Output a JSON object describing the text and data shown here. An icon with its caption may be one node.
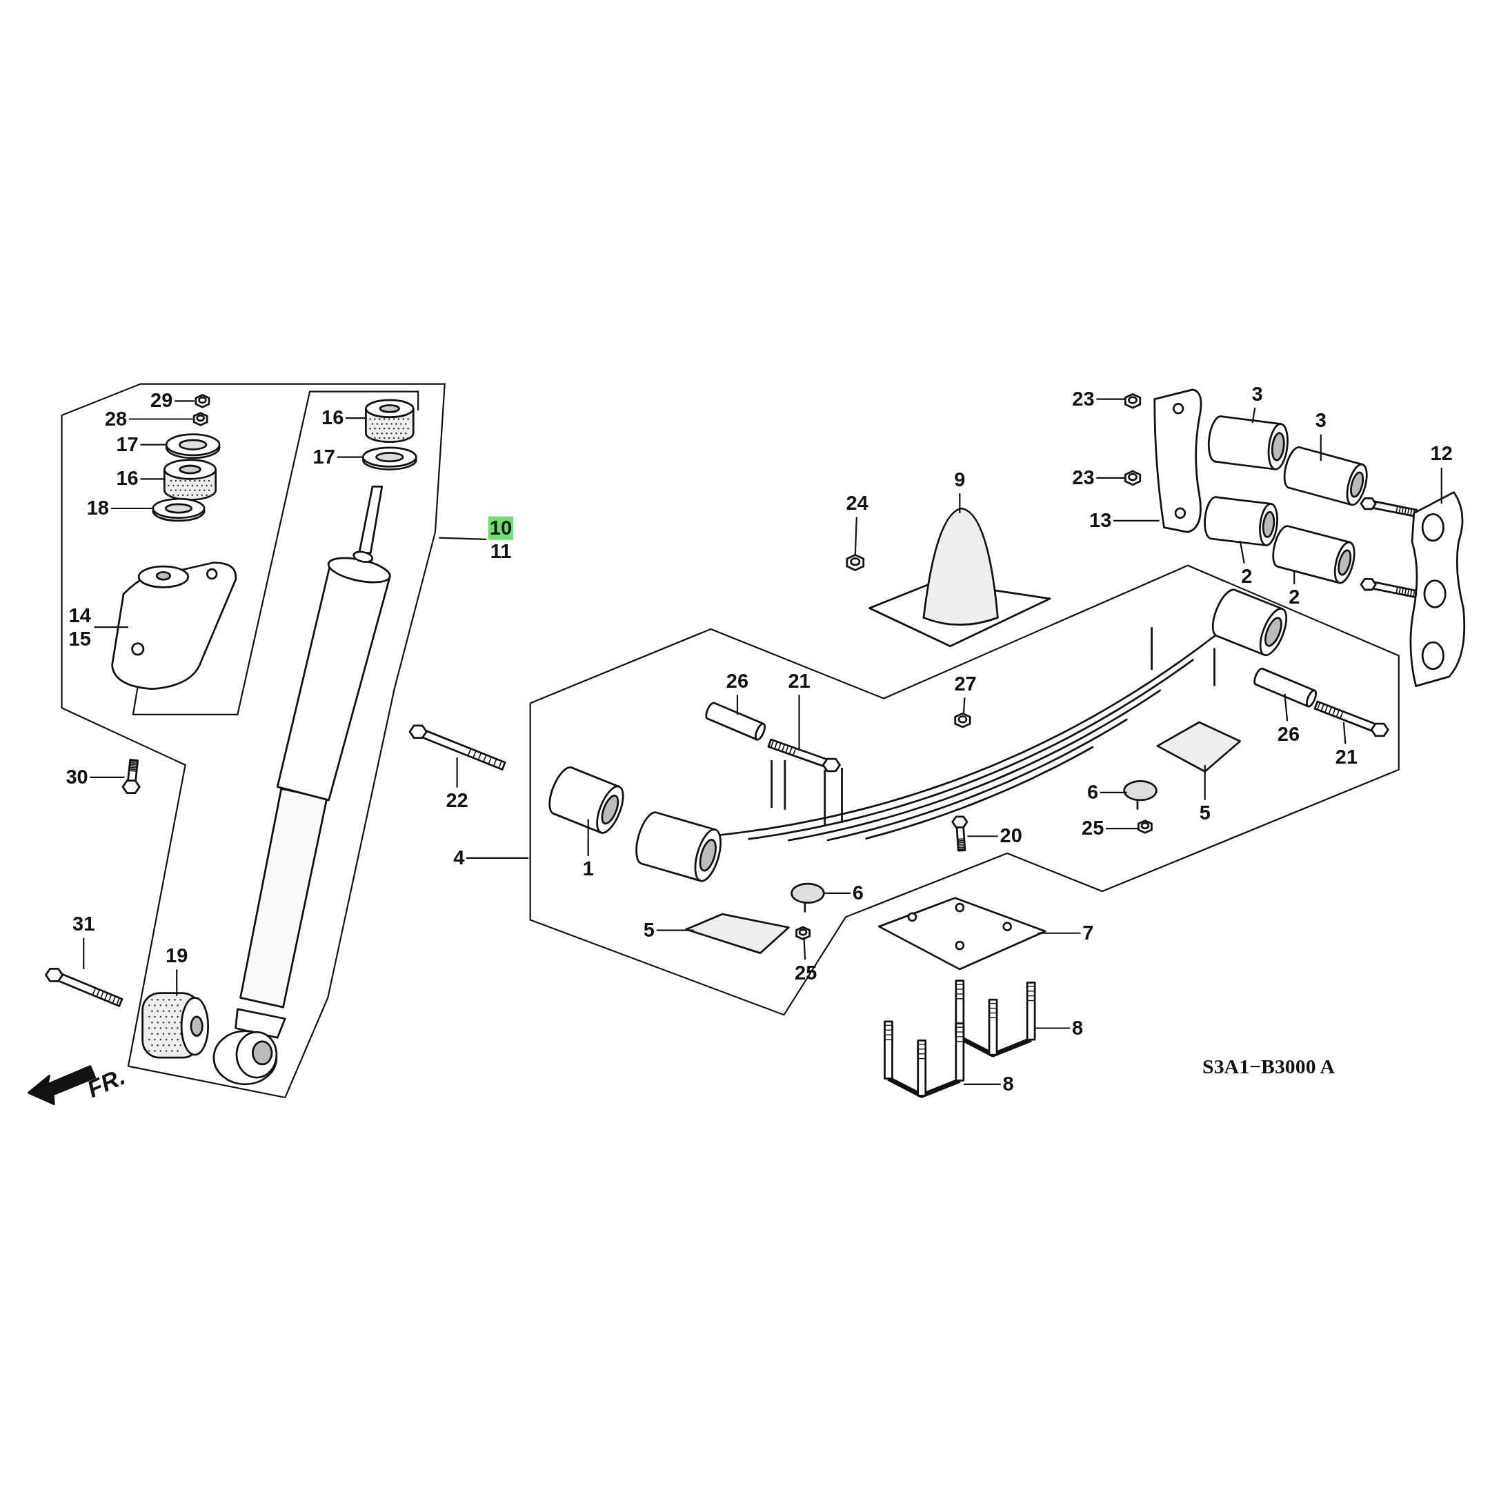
{
  "diagram": {
    "nodes": [
      {
        "text": [
          "29"
        ]
      },
      {
        "text": [
          "28"
        ]
      },
      {
        "text": [
          "17"
        ]
      },
      {
        "text": [
          "16"
        ]
      },
      {
        "text": [
          "18"
        ]
      },
      {
        "text": [
          "14",
          "15"
        ]
      },
      {
        "text": [
          "16"
        ]
      },
      {
        "text": [
          "17"
        ]
      },
      {
        "text": [
          "10",
          "11"
        ]
      },
      {
        "text": [
          "30"
        ]
      },
      {
        "text": [
          "31"
        ]
      },
      {
        "text": [
          "19"
        ]
      },
      {
        "text": [
          "22"
        ]
      },
      {
        "text": [
          "4"
        ]
      },
      {
        "text": [
          "1"
        ]
      },
      {
        "text": [
          "26"
        ]
      },
      {
        "text": [
          "21"
        ]
      },
      {
        "text": [
          "5"
        ]
      },
      {
        "text": [
          "6"
        ]
      },
      {
        "text": [
          "25"
        ]
      },
      {
        "text": [
          "24"
        ]
      },
      {
        "text": [
          "9"
        ]
      },
      {
        "text": [
          "27"
        ]
      },
      {
        "text": [
          "20"
        ]
      },
      {
        "text": [
          "7"
        ]
      },
      {
        "text": [
          "8"
        ]
      },
      {
        "text": [
          "8"
        ]
      },
      {
        "text": [
          "23"
        ]
      },
      {
        "text": [
          "23"
        ]
      },
      {
        "text": [
          "13"
        ]
      },
      {
        "text": [
          "3"
        ]
      },
      {
        "text": [
          "3"
        ]
      },
      {
        "text": [
          "12"
        ]
      },
      {
        "text": [
          "2"
        ]
      },
      {
        "text": [
          "2"
        ]
      },
      {
        "text": [
          "26"
        ]
      },
      {
        "text": [
          "21"
        ]
      },
      {
        "text": [
          "6"
        ]
      },
      {
        "text": [
          "25"
        ]
      },
      {
        "text": [
          "5"
        ]
      },
      {
        "text": [],
        "shape": "picture"
      },
      {
        "text": [],
        "shape": "picture"
      },
      {
        "text": [],
        "shape": "picture"
      },
      {
        "text": [],
        "shape": "picture"
      },
      {
        "text": [],
        "shape": "picture"
      },
      {
        "text": [],
        "shape": "picture"
      },
      {
        "text": [],
        "shape": "picture"
      },
      {
        "text": [],
        "shape": "picture"
      },
      {
        "text": [],
        "shape": "picture"
      },
      {
        "text": [],
        "shape": "picture"
      },
      {
        "text": [],
        "shape": "picture"
      },
      {
        "text": [],
        "shape": "picture"
      },
      {
        "text": [],
        "shape": "picture"
      },
      {
        "text": [],
        "shape": "picture"
      },
      {
        "text": [],
        "shape": "picture"
      },
      {
        "text": [],
        "shape": "picture"
      },
      {
        "text": [],
        "shape": "picture"
      },
      {
        "text": [],
        "shape": "picture"
      },
      {
        "text": [],
        "shape": "picture"
      },
      {
        "text": [],
        "shape": "picture"
      },
      {
        "text": [],
        "shape": "picture"
      },
      {
        "text": [],
        "shape": "picture"
      },
      {
        "text": [],
        "shape": "picture"
      },
      {
        "text": [],
        "shape": "picture"
      },
      {
        "text": [],
        "shape": "picture"
      },
      {
        "text": [],
        "shape": "picture"
      },
      {
        "text": [],
        "shape": "picture"
      },
      {
        "text": [],
        "shape": "picture"
      },
      {
        "text": [],
        "shape": "picture"
      },
      {
        "text": [],
        "shape": "picture"
      },
      {
        "text": [],
        "shape": "picture"
      },
      {
        "text": [],
        "shape": "picture"
      },
      {
        "text": [],
        "shape": "picture"
      },
      {
        "text": [],
        "shape": "picture"
      },
      {
        "text": [],
        "shape": "picture"
      },
      {
        "text": [],
        "shape": "picture"
      },
      {
        "text": [],
        "shape": "picture"
      },
      {
        "text": [],
        "shape": "picture"
      }
    ],
    "edges": [
      {
        "from": 0,
        "to": 40,
        "arrow": "none"
      },
      {
        "from": 1,
        "to": 41,
        "arrow": "none"
      },
      {
        "from": 2,
        "to": 42,
        "arrow": "none"
      },
      {
        "from": 3,
        "to": 43,
        "arrow": "none"
      },
      {
        "from": 4,
        "to": 44,
        "arrow": "none"
      },
      {
        "from": 5,
        "to": 45,
        "arrow": "none"
      },
      {
        "from": 6,
        "to": 46,
        "arrow": "none"
      },
      {
        "from": 7,
        "to": 47,
        "arrow": "none"
      },
      {
        "from": 8,
        "to": null,
        "arrow": "none"
      },
      {
        "from": 9,
        "to": 48,
        "arrow": "none"
      },
      {
        "from": 10,
        "to": 49,
        "arrow": "none"
      },
      {
        "from": 11,
        "to": 50,
        "arrow": "none"
      },
      {
        "from": 12,
        "to": 51,
        "arrow": "none"
      },
      {
        "from": 13,
        "to": null,
        "arrow": "none"
      },
      {
        "from": 14,
        "to": 52,
        "arrow": "none"
      },
      {
        "from": 15,
        "to": 53,
        "arrow": "none"
      },
      {
        "from": 16,
        "to": 54,
        "arrow": "none"
      },
      {
        "from": 17,
        "to": 55,
        "arrow": "none"
      },
      {
        "from": 18,
        "to": 56,
        "arrow": "none"
      },
      {
        "from": 19,
        "to": 57,
        "arrow": "none"
      },
      {
        "from": 20,
        "to": 58,
        "arrow": "none"
      },
      {
        "from": 21,
        "to": 59,
        "arrow": "none"
      },
      {
        "from": 22,
        "to": 60,
        "arrow": "none"
      },
      {
        "from": 23,
        "to": 61,
        "arrow": "none"
      },
      {
        "from": 24,
        "to": 62,
        "arrow": "none"
      },
      {
        "from": 25,
        "to": 63,
        "arrow": "none"
      },
      {
        "from": 26,
        "to": 64,
        "arrow": "none"
      },
      {
        "from": 27,
        "to": 65,
        "arrow": "none"
      },
      {
        "from": 28,
        "to": 66,
        "arrow": "none"
      },
      {
        "from": 29,
        "to": 67,
        "arrow": "none"
      },
      {
        "from": 30,
        "to": 68,
        "arrow": "none"
      },
      {
        "from": 31,
        "to": 69,
        "arrow": "none"
      },
      {
        "from": 32,
        "to": 70,
        "arrow": "none"
      },
      {
        "from": 33,
        "to": 71,
        "arrow": "none"
      },
      {
        "from": 34,
        "to": 72,
        "arrow": "none"
      },
      {
        "from": 35,
        "to": 73,
        "arrow": "none"
      },
      {
        "from": 36,
        "to": 74,
        "arrow": "none"
      },
      {
        "from": 37,
        "to": 75,
        "arrow": "none"
      },
      {
        "from": 38,
        "to": 76,
        "arrow": "none"
      },
      {
        "from": 39,
        "to": 77,
        "arrow": "none"
      }
    ],
    "labels": [
      "FR.",
      "S3A1−B3000 A"
    ]
  }
}
